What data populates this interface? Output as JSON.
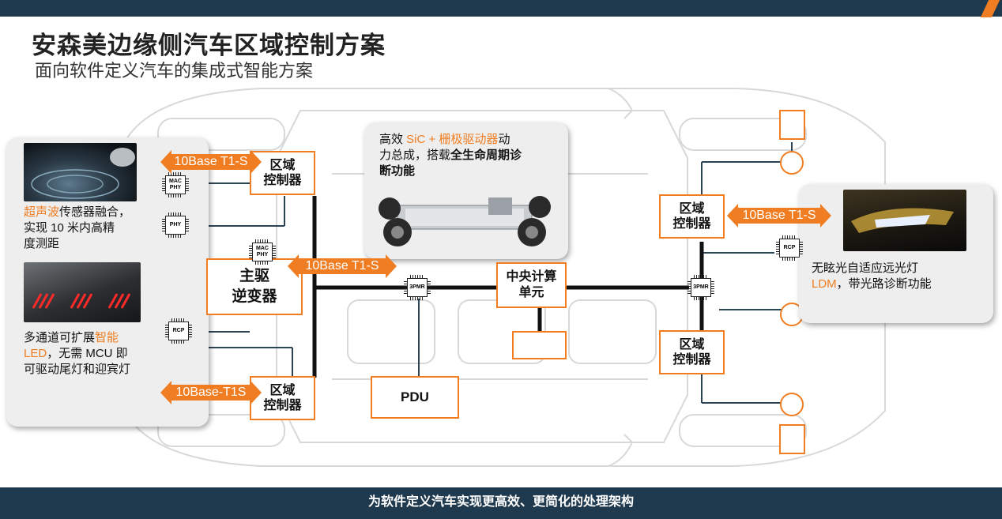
{
  "title": "安森美边缘侧汽车区域控制方案",
  "subtitle": "面向软件定义汽车的集成式智能方案",
  "zones": {
    "top_left": "区域\n控制器",
    "bottom_left": "区域\n控制器",
    "right_top": "区域\n控制器",
    "right_bottom": "区域\n控制器"
  },
  "inverter": "主驱\n逆变器",
  "central": "中央计算\n单元",
  "pdu": "PDU",
  "chips": {
    "mac_phy": "MAC\nPHY",
    "phy": "PHY",
    "rcp": "RCP",
    "pmr": "3PMR"
  },
  "arrows": {
    "a1": "10Base T1-S",
    "a2": "10Base T1-S",
    "a3": "10Base-T1S",
    "a4": "10Base T1-S"
  },
  "panels": {
    "ultrasonic": {
      "highlight": "超声波",
      "text1": "传感器融合，",
      "text2": "实现 10 米内高精",
      "text3": "度测距"
    },
    "led": {
      "text1": "多通道可扩展",
      "highlight1": "智能",
      "highlight2": "LED",
      "text2": "，无需 MCU 即",
      "text3": "可驱动尾灯和迎宾灯"
    },
    "sic": {
      "text1": "高效 ",
      "highlight": "SiC + 栅极驱动器",
      "text2": "动",
      "text3": "力总成，搭载",
      "bold": "全生命周期诊",
      "text4": "断功能"
    },
    "ldm": {
      "text1": "无眩光自适应远光灯",
      "highlight": "LDM",
      "text2": "，带光路诊断功能"
    }
  },
  "footer": "为软件定义汽车实现更高效、更简化的处理架构",
  "colors": {
    "accent": "#f07d22",
    "navy": "#1f3a4f"
  }
}
